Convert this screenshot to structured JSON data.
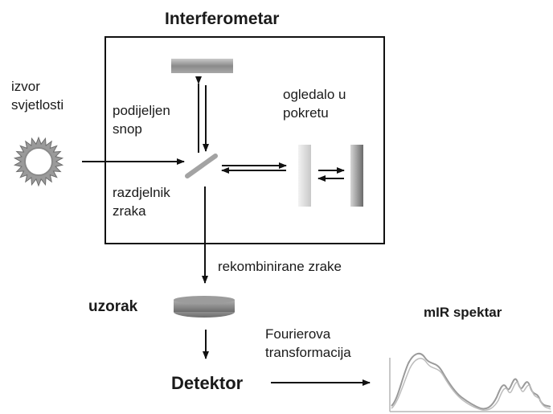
{
  "title": "Interferometar",
  "source": {
    "line1": "izvor",
    "line2": "svjetlosti"
  },
  "split_beam": {
    "line1": "podijeljen",
    "line2": "snop"
  },
  "moving_mirror": {
    "line1": "ogledalo u",
    "line2": "pokretu"
  },
  "beam_splitter": {
    "line1": "razdjelnik",
    "line2": "zraka"
  },
  "recombined_beams": "rekombinirane zrake",
  "sample": "uzorak",
  "fourier": {
    "line1": "Fourierova",
    "line2": "transformacija"
  },
  "detector": "Detektor",
  "spectrum": "mIR spektar",
  "colors": {
    "line": "#111111",
    "mirror_fixed": "#8f8f8f",
    "sample_disk": "#8c8c8c",
    "spectrum_line": "#9a9a9a"
  }
}
